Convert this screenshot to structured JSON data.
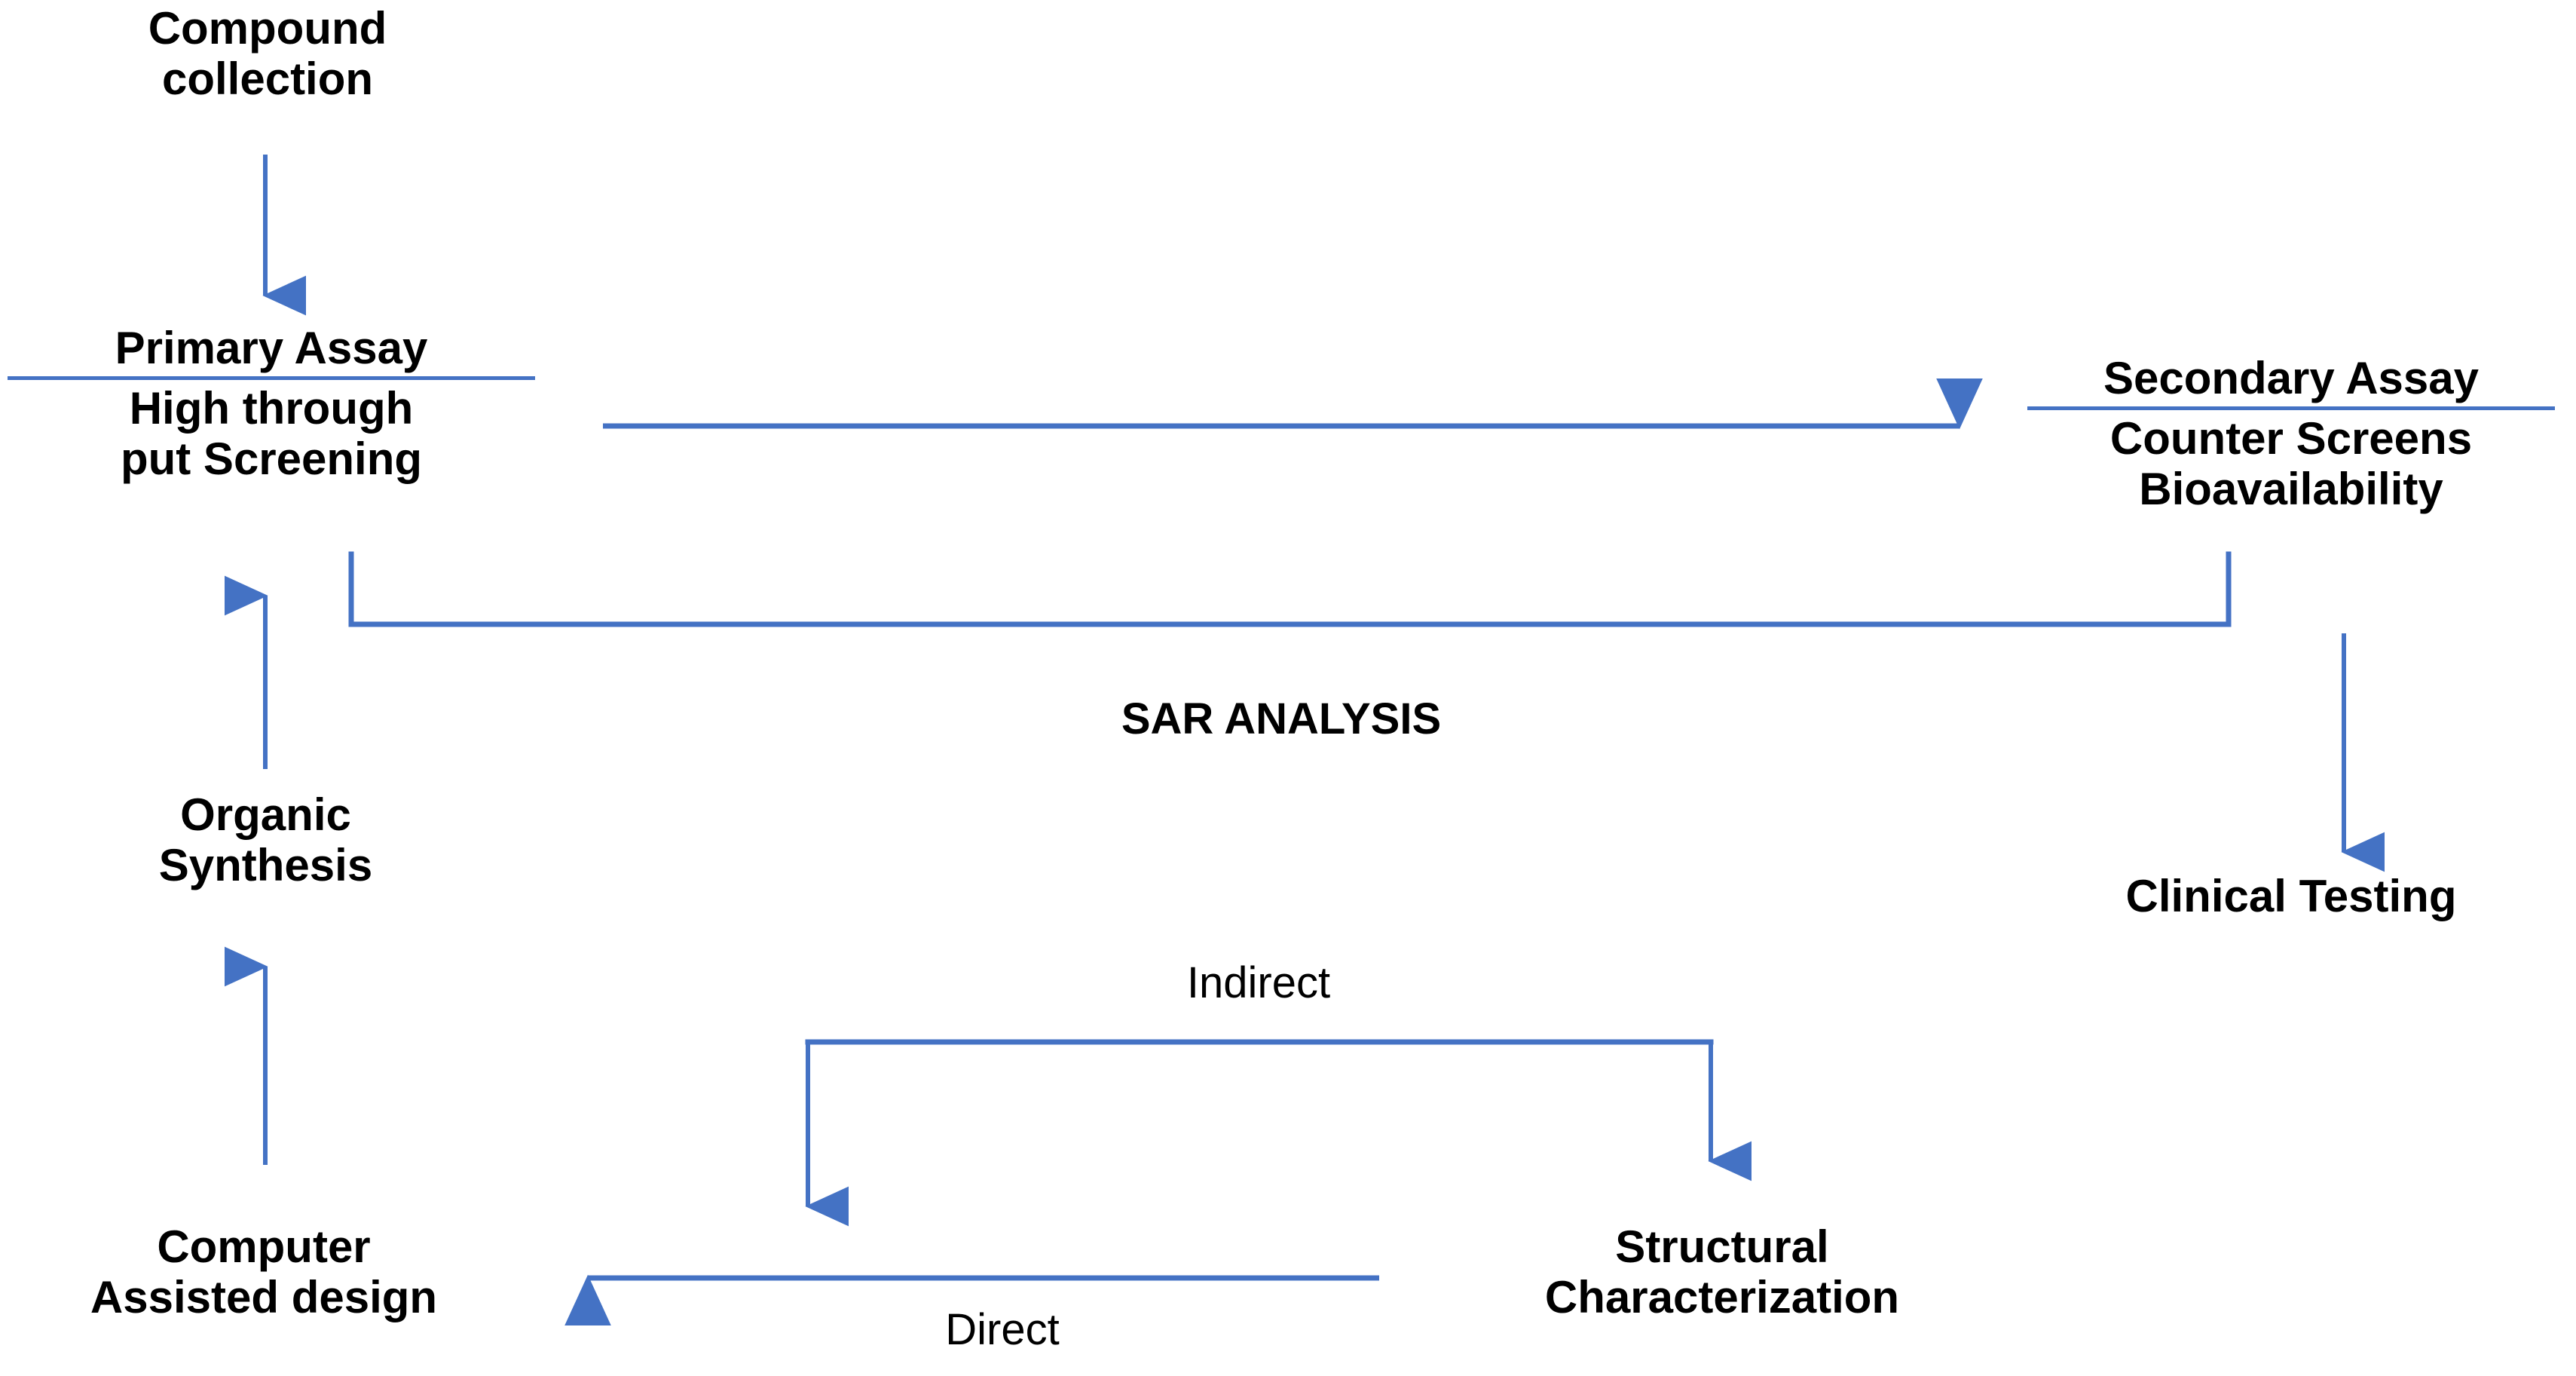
{
  "diagram": {
    "title_text": "SAR ANALYSIS",
    "accent_color": "#4472C4",
    "text_color": "#000000",
    "background_color": "#FFFFFF",
    "nodes": [
      {
        "id": "compound-collection",
        "lines": [
          "Compound",
          "collection"
        ],
        "underlined": [
          false,
          false
        ]
      },
      {
        "id": "primary-assay",
        "lines": [
          "Primary Assay",
          "High through",
          "put Screening"
        ],
        "underlined": [
          true,
          false,
          false
        ]
      },
      {
        "id": "secondary-assay",
        "lines": [
          "Secondary Assay",
          "Counter Screens",
          "Bioavailability"
        ],
        "underlined": [
          true,
          false,
          false
        ]
      },
      {
        "id": "clinical-testing",
        "lines": [
          "Clinical Testing"
        ],
        "underlined": [
          false
        ]
      },
      {
        "id": "organic-synthesis",
        "lines": [
          "Organic",
          "Synthesis"
        ],
        "underlined": [
          false,
          false
        ]
      },
      {
        "id": "computer-assisted-design",
        "lines": [
          "Computer",
          "Assisted design"
        ],
        "underlined": [
          false,
          false
        ]
      },
      {
        "id": "structural-characterization",
        "lines": [
          "Structural",
          "Characterization"
        ],
        "underlined": [
          false,
          false
        ]
      }
    ],
    "edge_labels": [
      {
        "id": "sar-analysis",
        "text": "SAR ANALYSIS",
        "bold": true
      },
      {
        "id": "indirect",
        "text": "Indirect",
        "bold": false
      },
      {
        "id": "direct",
        "text": "Direct",
        "bold": false
      }
    ]
  }
}
